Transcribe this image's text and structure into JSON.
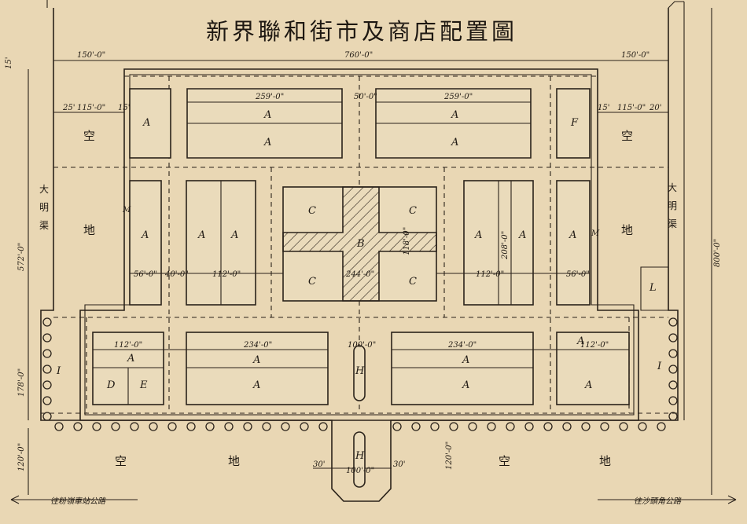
{
  "title": "新界聯和街市及商店配置圖",
  "dims": {
    "d760": "760'-0\"",
    "d150": "150'-0\"",
    "d115": "115'-0\"",
    "d259": "259'-0\"",
    "d50": "50'-0\"",
    "d112": "112'-0\"",
    "d208": "208'-0\"",
    "d244": "244'-0\"",
    "d118": "118'-0\"",
    "d56": "56'-0\"",
    "d40": "40'-0\"",
    "d234": "234'-0\"",
    "d100": "100'-0\"",
    "d120": "120'-0\"",
    "d572": "572'-0\"",
    "d800": "800'-0\"",
    "d178": "178'-0\"",
    "d30": "30'",
    "d15": "15'",
    "d20": "20'",
    "d25": "25'",
    "d30b": "30'"
  },
  "letters": {
    "A": "A",
    "B": "B",
    "C": "C",
    "D": "D",
    "E": "E",
    "F": "F",
    "H": "H",
    "L": "L",
    "M": "M",
    "I": "I"
  },
  "open_land": {
    "kong": "空",
    "di": "地"
  },
  "channel": "大明渠",
  "road_left": "往粉嶺車站公路",
  "road_right": "往沙頭角公路"
}
